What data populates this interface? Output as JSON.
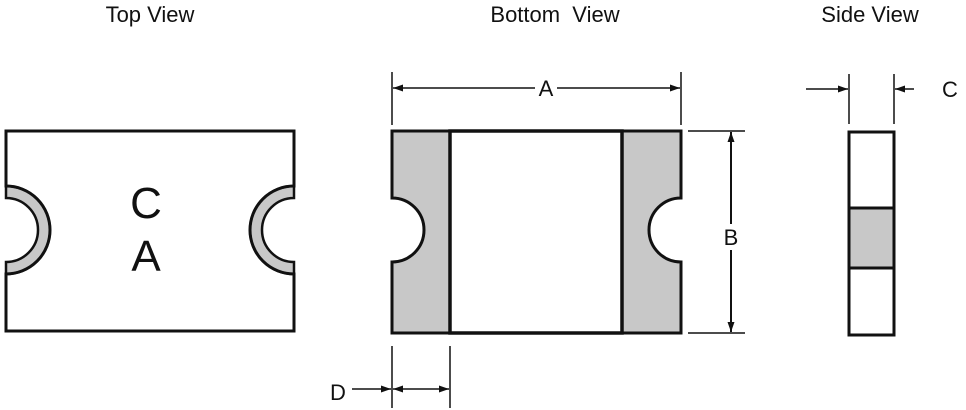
{
  "views": {
    "top": {
      "title": "Top View",
      "marking_line1": "C",
      "marking_line2": "A"
    },
    "bottom": {
      "title": "Bottom  View"
    },
    "side": {
      "title": "Side View"
    }
  },
  "dimensions": {
    "a": "A",
    "b": "B",
    "c": "C",
    "d": "D"
  },
  "colors": {
    "outline": "#111111",
    "terminal": "#c8c8c8",
    "body": "#ffffff"
  }
}
